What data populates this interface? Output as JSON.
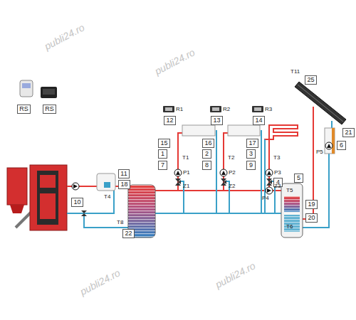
{
  "diagram": {
    "nodes": [
      {
        "text": [
          "RS"
        ]
      },
      {
        "text": [
          "RS"
        ]
      },
      {
        "text": [
          "12"
        ]
      },
      {
        "text": [
          "13"
        ]
      },
      {
        "text": [
          "14"
        ]
      },
      {
        "text": [
          "15"
        ]
      },
      {
        "text": [
          "16"
        ]
      },
      {
        "text": [
          "17"
        ]
      },
      {
        "text": [
          "1"
        ]
      },
      {
        "text": [
          "2"
        ]
      },
      {
        "text": [
          "3"
        ]
      },
      {
        "text": [
          "7"
        ]
      },
      {
        "text": [
          "8"
        ]
      },
      {
        "text": [
          "9"
        ]
      },
      {
        "text": [
          "11"
        ]
      },
      {
        "text": [
          "18"
        ]
      },
      {
        "text": [
          "25"
        ]
      },
      {
        "text": [
          "21"
        ]
      },
      {
        "text": [
          "6"
        ]
      },
      {
        "text": [
          "4"
        ]
      },
      {
        "text": [
          "5"
        ]
      },
      {
        "text": [
          "10"
        ]
      },
      {
        "text": [
          "22"
        ]
      },
      {
        "text": [
          "19"
        ]
      },
      {
        "text": [
          "20"
        ]
      }
    ],
    "labels": [
      "R1",
      "R2",
      "R3",
      "T1",
      "T2",
      "T3",
      "P1",
      "P2",
      "P3",
      "Z1",
      "Z2",
      "Z3",
      "T4",
      "T8",
      "P4",
      "T5",
      "T6",
      "T11",
      "P5",
      "publi24.ro",
      "publi24.ro",
      "publi24.ro",
      "publi24.ro"
    ]
  }
}
